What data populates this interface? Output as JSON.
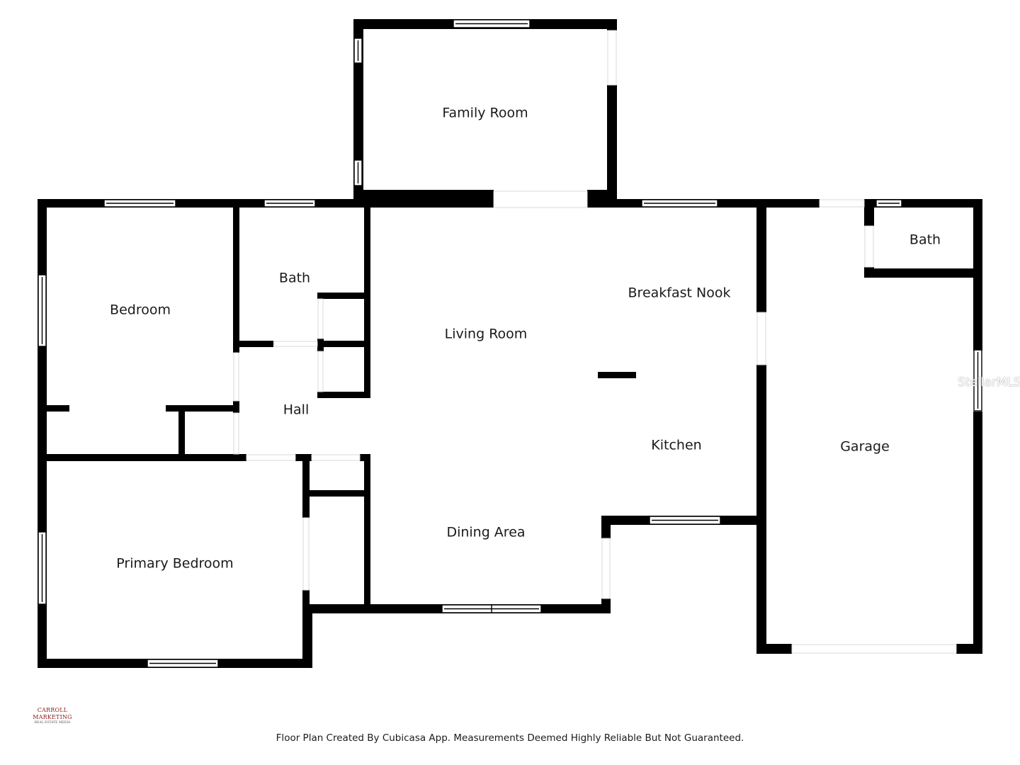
{
  "rooms": {
    "family_room": "Family Room",
    "bath_upper": "Bath",
    "bedroom": "Bedroom",
    "living_room": "Living Room",
    "breakfast_nook": "Breakfast Nook",
    "bath_garage": "Bath",
    "hall": "Hall",
    "kitchen": "Kitchen",
    "garage": "Garage",
    "dining_area": "Dining Area",
    "primary_bedroom": "Primary Bedroom"
  },
  "footer": {
    "note": "Floor Plan Created By Cubicasa App. Measurements Deemed Highly Reliable But Not Guaranteed."
  },
  "logo": {
    "name": "CARROLL MARKETING",
    "tagline": "REAL ESTATE MEDIA"
  },
  "watermark": {
    "text": "StellarMLS"
  },
  "colors": {
    "wall": "#000000",
    "background": "#ffffff",
    "logo": "#8b1a1a"
  }
}
